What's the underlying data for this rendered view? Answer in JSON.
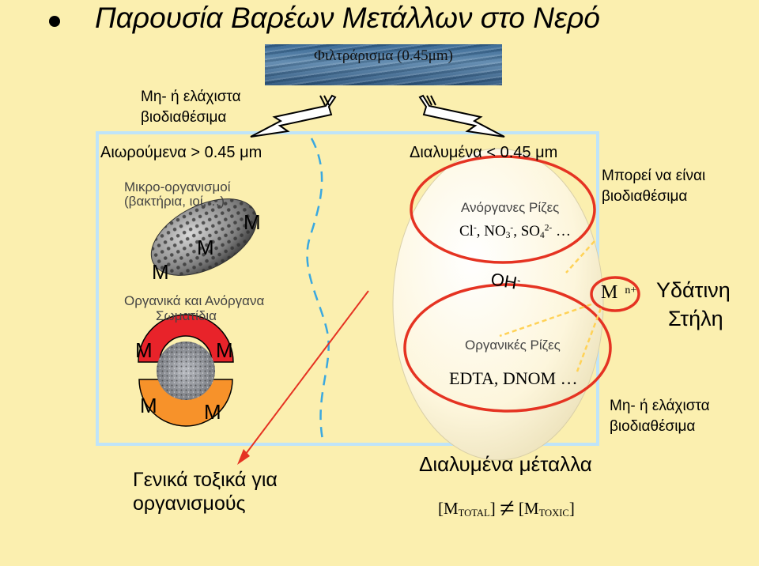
{
  "title": "Παρουσία Βαρέων Μετάλλων στο Νερό",
  "filtration_label": "Φιλτράρισμα (0.45μm)",
  "left_top_note": {
    "line1": "Μη- ή ελάχιστα",
    "line2": "βιοδιαθέσιμα"
  },
  "suspended_heading": "Αιωρούμενα > 0.45 μm",
  "microorganisms": {
    "line1": "Μικρο-οργανισμοί",
    "line2": "(βακτήρια, ιοί,…)"
  },
  "particles": {
    "line1": "Οργανικά και Ανόργανα",
    "line2": "Σωματίδια"
  },
  "metal_symbol": "M",
  "toxic_general": {
    "line1": "Γενικά τοξικά για",
    "line2": "οργανισμούς"
  },
  "dissolved_heading": "Διαλυμένα < 0.45 μm",
  "inorganic_ligands": {
    "label": "Ανόργανες Ρίζες",
    "cl": "Cl",
    "cl_charge": "-",
    "no": "NO",
    "no_sub": "3",
    "no_charge": "-",
    "so": "SO",
    "so_sub": "4",
    "so_charge": "2-",
    "ellipsis": "…"
  },
  "hydroxide": {
    "base": "OH",
    "charge": "-"
  },
  "organic_ligands": {
    "label": "Οργανικές Ρίζες",
    "value": "EDTA, DNOM …"
  },
  "bioavailable_note": {
    "line1": "Μπορεί να είναι",
    "line2": "βιοδιαθέσιμα"
  },
  "free_metal": {
    "base": "M",
    "charge": "n+"
  },
  "water_column": {
    "line1": "Υδάτινη",
    "line2": "Στήλη"
  },
  "right_bottom_note": {
    "line1": "Μη- ή ελάχιστα",
    "line2": "βιοδιαθέσιμα"
  },
  "dissolved_metals": "Διαλυμένα μέταλλα",
  "equation": {
    "open_left": "[M",
    "sub_left": "TOTAL",
    "close_left": "]",
    "neq": "≠",
    "open_right": "[M",
    "sub_right": "TOXIC",
    "close_right": "]"
  },
  "colors": {
    "background": "#fbefaf",
    "frame": "#bfe4f9",
    "ligand_ring": "#e53322",
    "particle_red": "#e8232a",
    "particle_orange": "#f7922a",
    "bioavailable_arrow": "#ffd257"
  }
}
